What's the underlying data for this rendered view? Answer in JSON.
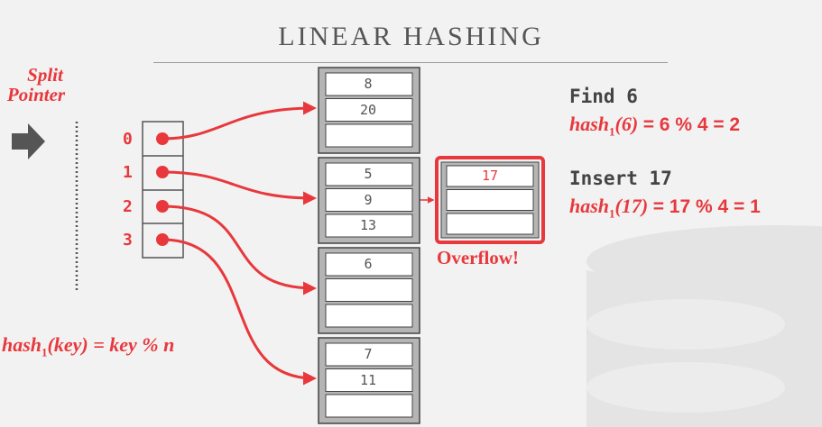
{
  "title": "LINEAR HASHING",
  "split_pointer_label": [
    "Split",
    "Pointer"
  ],
  "directory_indices": [
    "0",
    "1",
    "2",
    "3"
  ],
  "buckets": [
    [
      "8",
      "20",
      ""
    ],
    [
      "5",
      "9",
      "13"
    ],
    [
      "6",
      "",
      ""
    ],
    [
      "7",
      "11",
      ""
    ]
  ],
  "overflow_bucket": [
    "17",
    "",
    ""
  ],
  "overflow_label": "Overflow!",
  "find": {
    "label": "Find 6",
    "formula_fn": "hash",
    "formula_sub": "1",
    "formula_arg": "(6)",
    "formula_rhs": "=  6 % 4 = 2"
  },
  "insert": {
    "label": "Insert 17",
    "formula_fn": "hash",
    "formula_sub": "1",
    "formula_arg": "(17)",
    "formula_rhs": "=  17 % 4 = 1"
  },
  "hash_function": {
    "fn": "hash",
    "sub": "1",
    "rest": "(key) = key % n"
  },
  "colors": {
    "accent": "#e8383c",
    "bucket_border": "#8a8a8a",
    "bucket_fill": "#b5b5b5",
    "background": "#f2f2f2"
  }
}
